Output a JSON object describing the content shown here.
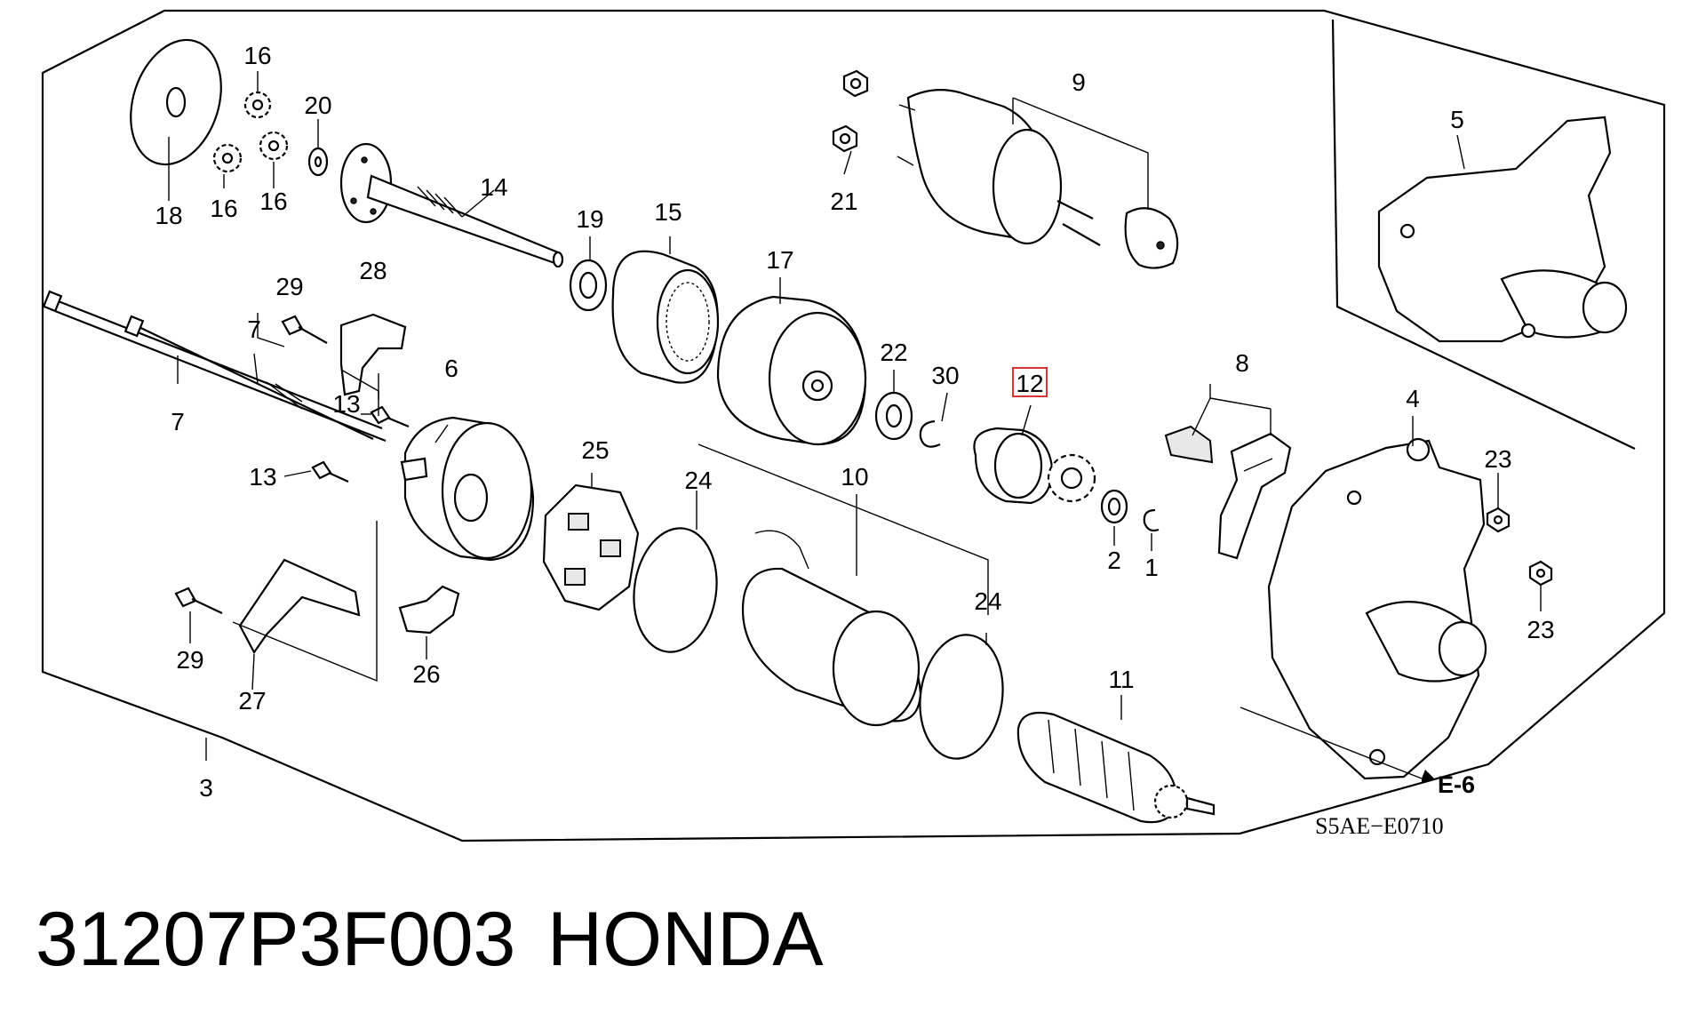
{
  "callouts": {
    "c1": "1",
    "c2": "2",
    "c3": "3",
    "c4": "4",
    "c5": "5",
    "c6": "6",
    "c7a": "7",
    "c7b": "7",
    "c8": "8",
    "c9": "9",
    "c10": "10",
    "c11": "11",
    "c12": "12",
    "c13a": "13",
    "c13b": "13",
    "c14": "14",
    "c15": "15",
    "c16a": "16",
    "c16b": "16",
    "c16c": "16",
    "c17": "17",
    "c18": "18",
    "c19": "19",
    "c20": "20",
    "c21": "21",
    "c22": "22",
    "c23a": "23",
    "c23b": "23",
    "c24a": "24",
    "c24b": "24",
    "c25": "25",
    "c26": "26",
    "c27": "27",
    "c28": "28",
    "c29a": "29",
    "c29b": "29",
    "c30": "30"
  },
  "reference_label": "E-6",
  "diagram_code": "S5AE−E0710",
  "highlighted_callout": "12",
  "highlight_color": "#e03030",
  "part_number": "31207P3F003",
  "brand": "HONDA"
}
